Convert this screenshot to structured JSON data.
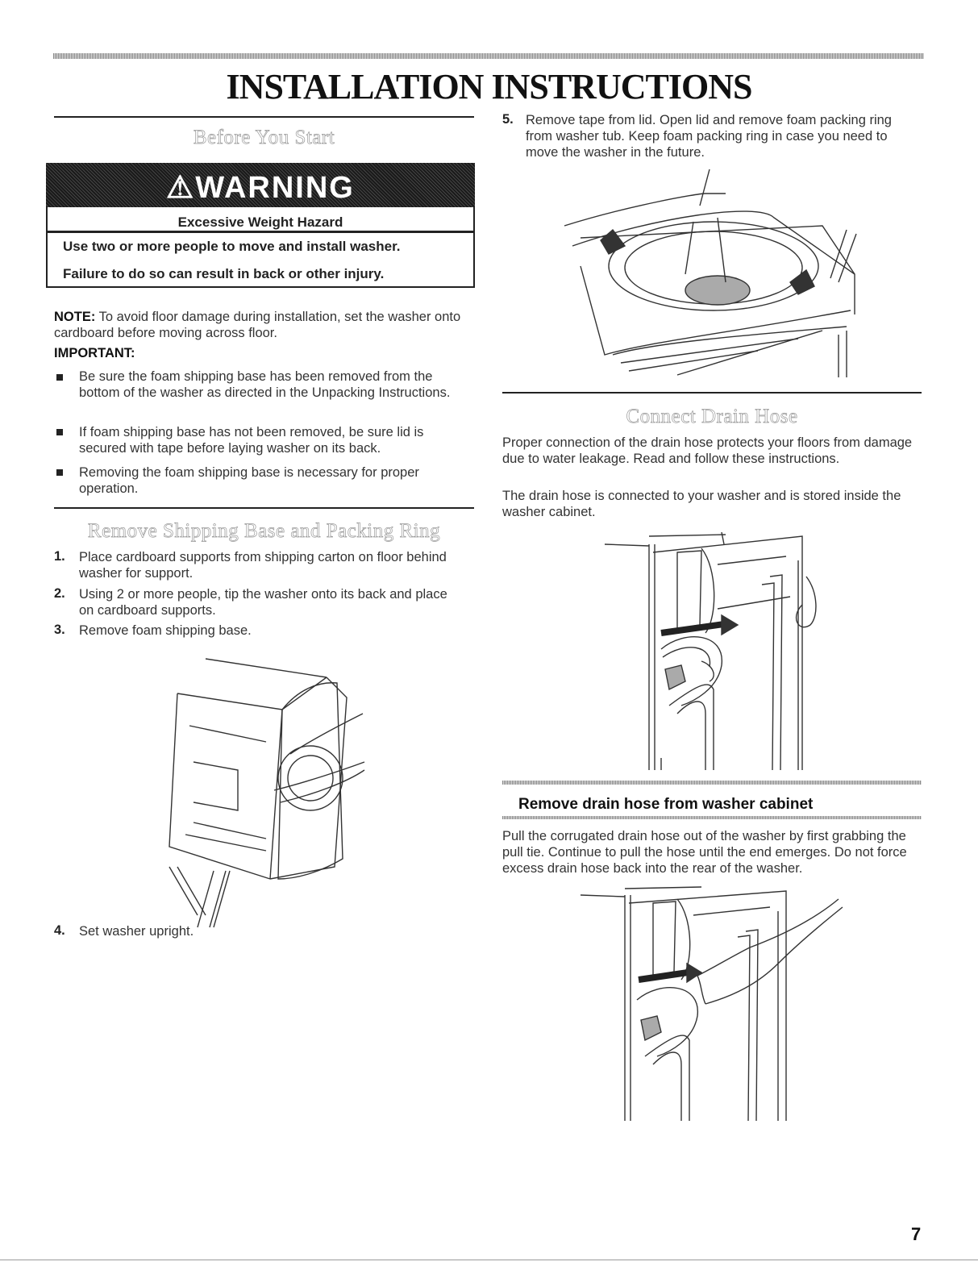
{
  "page": {
    "title": "INSTALLATION INSTRUCTIONS",
    "page_number": "7"
  },
  "before_start": {
    "heading": "Before You Start",
    "warning": {
      "label": "WARNING",
      "hazard": "Excessive Weight Hazard",
      "line1": "Use two or more people to move and install washer.",
      "line2": "Failure to do so can result in back or other injury."
    },
    "note_label": "NOTE:",
    "note_text": "To avoid floor damage during installation, set the washer onto cardboard before moving across floor.",
    "important_label": "IMPORTANT:",
    "bullets": [
      "Be sure the foam shipping base has been removed from the bottom of the washer as directed in the Unpacking Instructions.",
      "If foam shipping base has not been removed, be sure lid is secured with tape before laying washer on its back.",
      "Removing the foam shipping base is necessary for proper operation."
    ]
  },
  "remove_base": {
    "heading": "Remove Shipping Base and Packing Ring",
    "steps": [
      {
        "num": "1.",
        "text": "Place cardboard supports from shipping carton on floor behind washer for support."
      },
      {
        "num": "2.",
        "text": "Using 2 or more people, tip the washer onto its back and place on cardboard supports."
      },
      {
        "num": "3.",
        "text": "Remove foam shipping base."
      },
      {
        "num": "4.",
        "text": "Set washer upright."
      },
      {
        "num": "5.",
        "text": "Remove tape from lid. Open lid and remove foam packing ring from washer tub. Keep foam packing ring in case you need to move the washer in the future."
      }
    ]
  },
  "drain_hose": {
    "heading": "Connect Drain Hose",
    "para1": "Proper connection of the drain hose protects your floors from damage due to water leakage. Read and follow these instructions.",
    "para2": "The drain hose is connected to your washer and is stored inside the washer cabinet.",
    "subheading": "Remove drain hose from washer cabinet",
    "para3": "Pull the corrugated drain hose out of the washer by first grabbing the pull tie. Continue to pull the hose until the end emerges. Do not force excess drain hose back into the rear of the washer."
  }
}
